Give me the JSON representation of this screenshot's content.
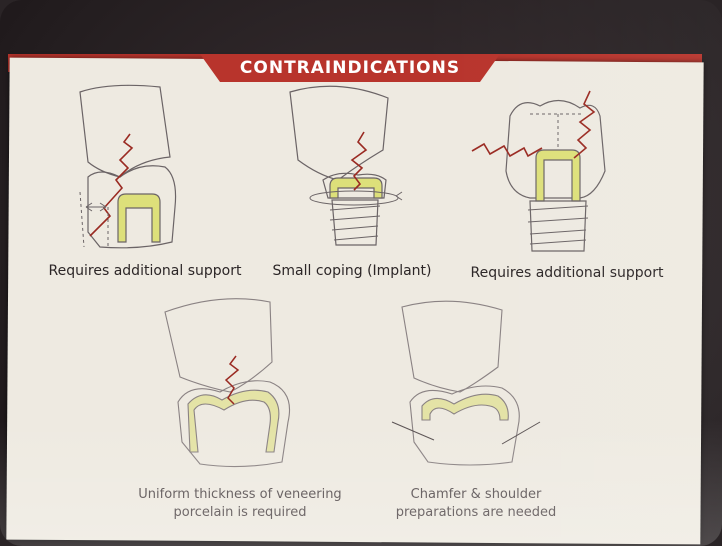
{
  "slide": {
    "title": "CONTRAINDICATIONS",
    "figures": [
      {
        "caption": "Requires additional support"
      },
      {
        "caption": "Small coping (Implant)"
      },
      {
        "caption": "Requires additional support"
      },
      {
        "caption_line1": "Uniform thickness of veneering",
        "caption_line2": "porcelain is required"
      },
      {
        "caption_line1": "Chamfer & shoulder",
        "caption_line2": "preparations are needed"
      }
    ]
  },
  "colors": {
    "banner_red": "#b8342c",
    "slide_bg": "#eeeae1",
    "coping_yellow": "#dde07a",
    "fracture_red": "#9a2a22",
    "line_gray": "#6b6466"
  }
}
